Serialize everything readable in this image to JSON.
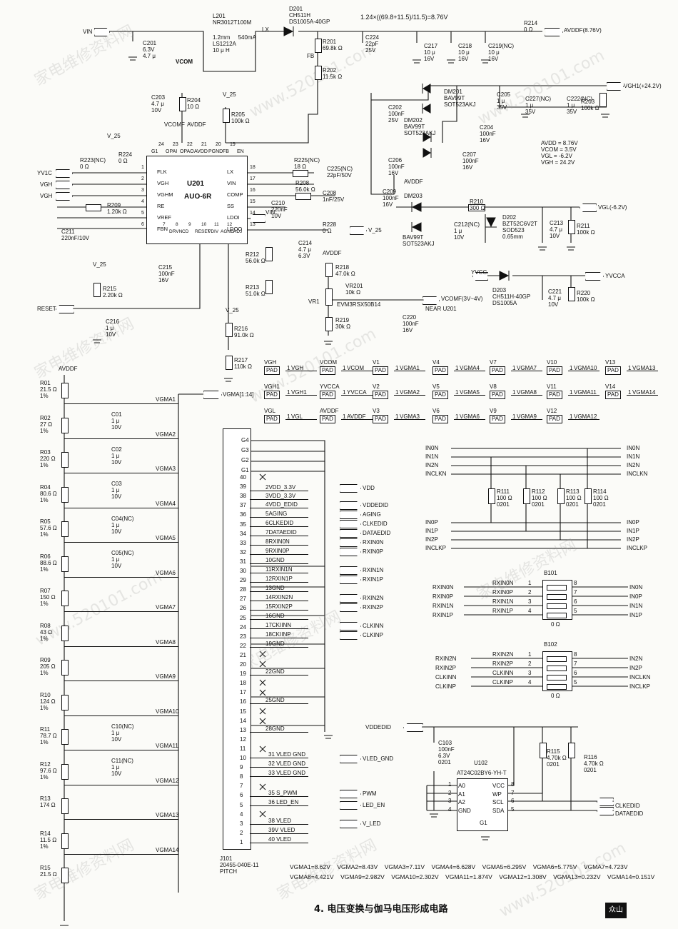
{
  "title": "4. 电压变换与伽马电压形成电路",
  "logo": "众山",
  "watermark": [
    "家电维修资料网",
    "www.520101.com"
  ],
  "top": {
    "vin": "VIN",
    "vcom": "VCOM",
    "v25a": "V_25",
    "v25b": "V_25",
    "v25c": "V_25",
    "v25d": "V_25",
    "vcomf": "VCOMF",
    "avddf": "AVDDF",
    "l201": "L201\nNR3012T100M",
    "l201b": "1.2mm     540mA\nLS1212A\n10 μ H",
    "lx": "LX",
    "d201": "D201\nCH511H\nDS1005A-40GP",
    "formula": "1.24×((69.8+11.5)/11.5)=8.76V",
    "r214": "R214\n0 Ω",
    "avddf876": "AVDDF(8.76V)",
    "c201": "C201\n6.3V\n4.7 μ",
    "c224": "C224\n22pF\n25V",
    "r201": "R201\n69.8k Ω",
    "r202": "R202\n11.5k Ω",
    "fb": "FB",
    "c217": "C217\n10 μ\n16V",
    "c218": "C218\n10 μ\n16V",
    "c219": "C219(NC)\n10 μ\n16V",
    "c203": "C203\n4.7 μ\n10V",
    "r204": "R204\n10 Ω",
    "r205": "R205\n100k Ω",
    "u201": "U201",
    "u201part": "AUO-6R",
    "r223": "R223(NC)\n0 Ω",
    "r224": "R224\n0 Ω",
    "yv1c": "YV1C",
    "vgh": "VGH",
    "vgh2": "VGH",
    "r209": "R209\n1.20k Ω",
    "c211": "C211\n220nF/10V",
    "c215": "C215\n100nF\n16V",
    "r225": "R225(NC)\n18 Ω",
    "c225": "C225(NC)\n22pF/50V",
    "r208": "R208\n56.0k Ω",
    "c208": "C208\n1nF/25V",
    "c210": "C210\n220nF\n10V",
    "vin2": "VIN",
    "r228": "R228\n0 Ω",
    "v25": "V_25",
    "c214": "C214\n4.7 μ\n6.3V",
    "r212": "R212\n56.0k Ω",
    "r213": "R213\n51.0k Ω",
    "avddf2": "AVDDF",
    "r218": "R218\n47.0k Ω",
    "vr201": "VR201\n10k Ω",
    "vr1": "VR1",
    "evm": "EVM3RSX50B14",
    "vcomf2": "VCOMF(3V~4V)",
    "near": "NEAR U201",
    "r219": "R219\n30k Ω",
    "c220": "C220\n100nF\n16V",
    "r215": "R215\n2.20k Ω",
    "reset": "RESET",
    "c216": "C216\n1 μ\n10V",
    "r216": "R216\n91.0k Ω",
    "r217": "R217\n110k Ω",
    "dm201": "DM201\nBAV99T\nSOT523AKJ",
    "dm202": "DM202\nBAV99T\nSOT523AKJ",
    "c202": "C202\n100nF\n25V",
    "c205": "C205\n1 μ\n35V",
    "c227": "C227(NC)\n1 μ\n35V",
    "c222": "C222(NC)\n1 μ\n35V",
    "r203": "R203\n100k Ω",
    "vgh1": "VGH1(+24.2V)",
    "c204": "C204\n100nF\n16V",
    "c206": "C206\n100nF\n16V",
    "c207": "C207\n100nF\n16V",
    "avddf3": "AVDDF",
    "volts": "AVDD = 8.76V\nVCOM = 3.5V\nVGL = -6.2V\nVGH = 24.2V",
    "c209": "C209\n100nF\n16V",
    "dm203": "DM203",
    "r210": "R210\n300 Ω",
    "vgl": "VGL(-6.2V)",
    "bav99": "BAV99T\nSOT523AKJ",
    "c212": "C212(NC)\n1 μ\n10V",
    "d202": "D202\nBZT52C6V2T\nSOD523\n0.65mm",
    "c213": "C213\n4.7 μ\n10V",
    "r211": "R211\n100k Ω",
    "yvcc": "YVCC",
    "yvcca": "YVCCA",
    "d203": "D203\nCH511H-40GP\nDS1005A",
    "c221": "C221\n4.7 μ\n10V",
    "r220": "R220\n100k Ω",
    "vin_pins": "VIN"
  },
  "u201pins": {
    "top": [
      "G1",
      "24",
      "OPAI",
      "23",
      "OPAO",
      "22",
      "AVDD",
      "21",
      "PGND",
      "20",
      "FB",
      "19",
      "EN"
    ],
    "left": [
      [
        "FLK",
        "1"
      ],
      [
        "VGH",
        "2"
      ],
      [
        "VGHM",
        "3"
      ],
      [
        "RE",
        "4"
      ],
      [
        "VREF",
        "5"
      ],
      [
        "FBN",
        "6"
      ]
    ],
    "right": [
      [
        "LX",
        "18"
      ],
      [
        "VIN",
        "17"
      ],
      [
        "COMP",
        "16"
      ],
      [
        "SS",
        "15"
      ],
      [
        "LDOI",
        "14"
      ],
      [
        "LDOO",
        "13"
      ]
    ],
    "bottom": [
      "7",
      "DRVN",
      "8",
      "CD",
      "9",
      "RESET",
      "10",
      "VDIV",
      "11",
      "AGND",
      "12",
      "ADJ"
    ]
  },
  "ladder": {
    "avddf": "AVDDF",
    "bus": "VGMA[1:14]",
    "resistors": [
      {
        "name": "R01",
        "value": "21.5 Ω",
        "tol": "1%"
      },
      {
        "name": "R02",
        "value": "27 Ω",
        "tol": "1%"
      },
      {
        "name": "R03",
        "value": "220 Ω",
        "tol": "1%"
      },
      {
        "name": "R04",
        "value": "80.6 Ω",
        "tol": "1%"
      },
      {
        "name": "R05",
        "value": "57.6 Ω",
        "tol": "1%"
      },
      {
        "name": "R06",
        "value": "88.6 Ω",
        "tol": "1%"
      },
      {
        "name": "R07",
        "value": "150 Ω",
        "tol": "1%"
      },
      {
        "name": "R08",
        "value": "43 Ω",
        "tol": "1%"
      },
      {
        "name": "R09",
        "value": "205 Ω",
        "tol": "1%"
      },
      {
        "name": "R10",
        "value": "124 Ω",
        "tol": "1%"
      },
      {
        "name": "R11",
        "value": "78.7 Ω",
        "tol": "1%"
      },
      {
        "name": "R12",
        "value": "97.6 Ω",
        "tol": "1%"
      },
      {
        "name": "R13",
        "value": "174 Ω",
        "tol": ""
      },
      {
        "name": "R14",
        "value": "11.5 Ω",
        "tol": "1%"
      },
      {
        "name": "R15",
        "value": "21.5 Ω",
        "tol": ""
      }
    ],
    "nets": [
      "VGMA1",
      "VGMA2",
      "VGMA3",
      "VGMA4",
      "VGMA5",
      "VGMA6",
      "VGMA7",
      "VGMA8",
      "VGMA9",
      "VGMA10",
      "VGMA11",
      "VGMA12",
      "VGMA13",
      "VGMA14"
    ],
    "caps": [
      "C01\n1 μ\n10V",
      "C02\n1 μ\n10V",
      "C03\n1 μ\n10V",
      "C04(NC)\n1 μ\n10V",
      "C05(NC)\n1 μ\n10V",
      "C10(NC)\n1 μ\n10V",
      "C11(NC)\n1 μ\n10V"
    ]
  },
  "pads": [
    {
      "ref": "VGH",
      "pad": "PAD",
      "net": "VGH"
    },
    {
      "ref": "VGH1",
      "pad": "PAD",
      "net": "VGH1"
    },
    {
      "ref": "VGL",
      "pad": "PAD",
      "net": "VGL"
    },
    {
      "ref": "VCOM",
      "pad": "PAD",
      "net": "VCOM"
    },
    {
      "ref": "YVCCA",
      "pad": "PAD",
      "net": "YVCCA"
    },
    {
      "ref": "AVDDF",
      "pad": "PAD",
      "net": "AVDDF"
    },
    {
      "ref": "V1",
      "pad": "PAD",
      "net": "VGMA1"
    },
    {
      "ref": "V2",
      "pad": "PAD",
      "net": "VGMA2"
    },
    {
      "ref": "V3",
      "pad": "PAD",
      "net": "VGMA3"
    },
    {
      "ref": "V4",
      "pad": "PAD",
      "net": "VGMA4"
    },
    {
      "ref": "V5",
      "pad": "PAD",
      "net": "VGMA5"
    },
    {
      "ref": "V6",
      "pad": "PAD",
      "net": "VGMA6"
    },
    {
      "ref": "V7",
      "pad": "PAD",
      "net": "VGMA7"
    },
    {
      "ref": "V8",
      "pad": "PAD",
      "net": "VGMA8"
    },
    {
      "ref": "V9",
      "pad": "PAD",
      "net": "VGMA9"
    },
    {
      "ref": "V10",
      "pad": "PAD",
      "net": "VGMA10"
    },
    {
      "ref": "V11",
      "pad": "PAD",
      "net": "VGMA11"
    },
    {
      "ref": "V12",
      "pad": "PAD",
      "net": "VGMA12"
    },
    {
      "ref": "V13",
      "pad": "PAD",
      "net": "VGMA13"
    },
    {
      "ref": "V14",
      "pad": "PAD",
      "net": "VGMA14"
    }
  ],
  "connector": {
    "ref": "J101\n20455-040E-11\nPITCH",
    "g": [
      "G4",
      "G3",
      "G2",
      "G1"
    ],
    "pins": [
      "40",
      "39",
      "38",
      "37",
      "36",
      "35",
      "34",
      "33",
      "32",
      "31",
      "30",
      "29",
      "28",
      "27",
      "26",
      "25",
      "24",
      "23",
      "22",
      "21",
      "20",
      "19",
      "18",
      "17",
      "16",
      "15",
      "14",
      "13",
      "12",
      "11",
      "10",
      "9",
      "8",
      "7",
      "6",
      "5",
      "4",
      "3",
      "2",
      "1"
    ],
    "labels": [
      "2VDD_3.3V",
      "3VDD_3.3V",
      "4VDD_EDID",
      "5AGING",
      "6CLKEDID",
      "7DATAEDID",
      "8RXIN0N",
      "9RXIN0P",
      "10GND",
      "11RXIN1N",
      "12RXIN1P",
      "13GND",
      "14RXIN2N",
      "15RXIN2P",
      "16GND",
      "17CKIINN",
      "18CKIINP",
      "19GND",
      "22GND",
      "25GND",
      "28GND",
      "31 VLED GND",
      "32 VLED GND",
      "33 VLED GND",
      "35 S_PWM",
      "36 LED_EN",
      "38 VLED",
      "39V VLED",
      "40 VLED"
    ],
    "outs": [
      "VDD",
      "VDDEDID",
      "AGING",
      "CLKEDID",
      "DATAEDID",
      "RXIN0N",
      "RXIN0P",
      "RXIN1N",
      "RXIN1P",
      "RXIN2N",
      "RXIN2P",
      "CLKINN",
      "CLKINP",
      "VLED_GND",
      "PWM",
      "LED_EN",
      "V_LED"
    ]
  },
  "term": {
    "left": [
      "IN0N",
      "IN1N",
      "IN2N",
      "INCLKN",
      "IN0P",
      "IN1P",
      "IN2P",
      "INCLKP"
    ],
    "right": [
      "IN0N",
      "IN1N",
      "IN2N",
      "INCLKN",
      "IN0P",
      "IN1P",
      "IN2P",
      "INCLKP"
    ],
    "res": [
      "R111\n100 Ω\n0201",
      "R112\n100 Ω\n0201",
      "R113\n100 Ω\n0201",
      "R114\n100 Ω\n0201"
    ]
  },
  "b101": {
    "ref": "B101",
    "value": "0 Ω",
    "in": [
      "RXIN0N",
      "RXIN0P",
      "RXIN1N",
      "RXIN1P"
    ],
    "mid": [
      "RXIN0N",
      "RXIN0P",
      "RXIN1N",
      "RXIN1P"
    ],
    "out": [
      "IN0N",
      "IN0P",
      "IN1N",
      "IN1P"
    ],
    "lp": [
      "1",
      "2",
      "3",
      "4"
    ],
    "rp": [
      "8",
      "7",
      "6",
      "5"
    ]
  },
  "b102": {
    "ref": "B102",
    "value": "0 Ω",
    "in": [
      "RXIN2N",
      "RXIN2P",
      "CLKINN",
      "CLKINP"
    ],
    "mid": [
      "RXIN2N",
      "RXIN2P",
      "CLKINN",
      "CLKINP"
    ],
    "out": [
      "IN2N",
      "IN2P",
      "INCLKN",
      "INCLKP"
    ],
    "lp": [
      "1",
      "2",
      "3",
      "4"
    ],
    "rp": [
      "8",
      "7",
      "6",
      "5"
    ]
  },
  "eeprom": {
    "vddedid": "VDDEDID",
    "c103": "C103\n100nF\n6.3V\n0201",
    "u102": "U102",
    "part": "AT24C02BY6-YH-T",
    "lpins": [
      "A0",
      "A1",
      "A2",
      "GND"
    ],
    "lnums": [
      "1",
      "2",
      "3",
      "4"
    ],
    "rpins": [
      "VCC",
      "WP",
      "SCL",
      "SDA"
    ],
    "rnums": [
      "8",
      "7",
      "6",
      "5"
    ],
    "g1": "G1",
    "r115": "R115\n4.70k Ω\n0201",
    "r116": "R116\n4.70k Ω\n0201",
    "out1": "CLKEDID",
    "out2": "DATAEDID"
  },
  "gamma_volts": [
    "VGMA1=8.62V    VGMA2=8.43V    VGMA3=7.11V    VGMA4=6.628V    VGMA5=6.295V    VGMA6=5.775V    VGMA7=4.723V",
    "VGMA8=4.421V    VGMA9=2.982V    VGMA10=2.302V    VGMA11=1.874V    VGMA12=1.308V    VGMA13=0.232V    VGMA14=0.151V"
  ]
}
